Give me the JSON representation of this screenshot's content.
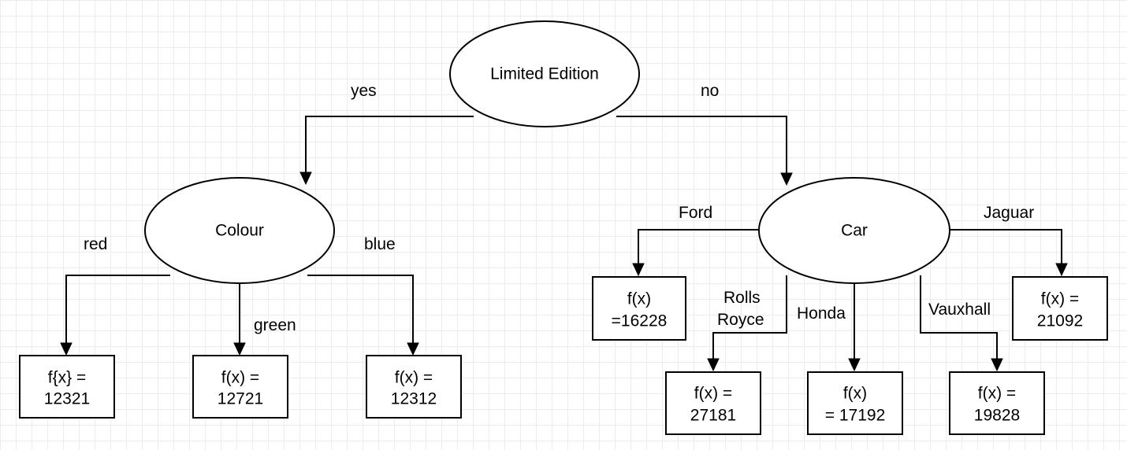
{
  "nodes": {
    "limited_edition": "Limited Edition",
    "colour": "Colour",
    "car": "Car"
  },
  "edges": {
    "yes": "yes",
    "no": "no",
    "red": "red",
    "green": "green",
    "blue": "blue",
    "ford": "Ford",
    "rolls_royce": [
      "Rolls",
      "Royce"
    ],
    "honda": "Honda",
    "vauxhall": "Vauxhall",
    "jaguar": "Jaguar"
  },
  "leaves": {
    "red": [
      "f{x} =",
      "12321"
    ],
    "green": [
      "f(x) =",
      "12721"
    ],
    "blue": [
      "f(x) =",
      "12312"
    ],
    "ford": [
      "f(x)",
      "=16228"
    ],
    "rolls_royce": [
      "f(x) =",
      "27181"
    ],
    "honda": [
      "f(x)",
      "= 17192"
    ],
    "vauxhall": [
      "f(x) =",
      "19828"
    ],
    "jaguar": [
      "f(x) =",
      "21092"
    ]
  }
}
